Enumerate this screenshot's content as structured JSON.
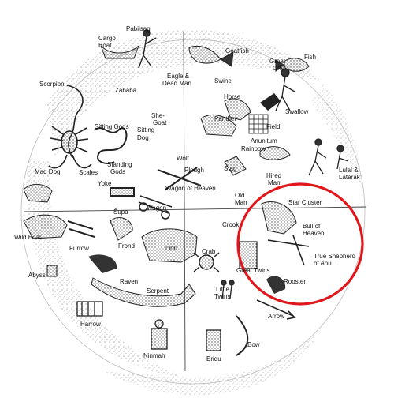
{
  "map": {
    "labels": {
      "pabilsag": "Pabilsag",
      "cargo_boat_1": "Cargo",
      "cargo_boat_2": "Boat",
      "goatfish": "Goatfish",
      "great_one_1": "Great",
      "great_one_2": "One",
      "fish": "Fish",
      "scorpion": "Scorpion",
      "zababa": "Zababa",
      "eagle_dead_man_1": "Eagle &",
      "eagle_dead_man_2": "Dead Man",
      "swine": "Swine",
      "horse": "Horse",
      "swallow": "Swallow",
      "sitting_gods": "Sitting Gods",
      "she_goat_1": "She-",
      "she_goat_2": "Goat",
      "sitting": "Sitting",
      "dog": "Dog",
      "panther": "Panther",
      "field": "Field",
      "anunitum": "Anunitum",
      "rainbow": "Rainbow",
      "scales": "Scales",
      "standing_gods_1": "Standing",
      "standing_gods_2": "Gods",
      "wolf": "Wolf",
      "plough": "Plough",
      "stag": "Stag",
      "hired_man_1": "Hired",
      "hired_man_2": "Man",
      "lulal_latarak_1": "Lulal &",
      "lulal_latarak_2": "Latarak",
      "mad_dog": "Mad Dog",
      "yoke": "Yoke",
      "wagon_of_heaven": "Wagon of Heaven",
      "old_man_1": "Old",
      "old_man_2": "Man",
      "star_cluster": "Star Cluster",
      "supa": "Šupa",
      "wagon": "Wagon",
      "crook": "Crook",
      "bull_of_heaven_1": "Bull of",
      "bull_of_heaven_2": "Heaven",
      "wild_boar": "Wild Boar",
      "furrow": "Furrow",
      "frond": "Frond",
      "lion": "Lion",
      "crab": "Crab",
      "true_shepherd_1": "True Shepherd",
      "true_shepherd_2": "of Anu",
      "great_twins": "Great Twins",
      "abyss": "Abyss",
      "raven": "Raven",
      "rooster": "Rooster",
      "serpent": "Serpent",
      "little_twins_1": "Little",
      "little_twins_2": "Twins",
      "arrow": "Arrow",
      "harrow": "Harrow",
      "bow": "Bow",
      "ninmah": "Ninmah",
      "eridu": "Eridu"
    },
    "highlight_color": "#e0161b"
  }
}
